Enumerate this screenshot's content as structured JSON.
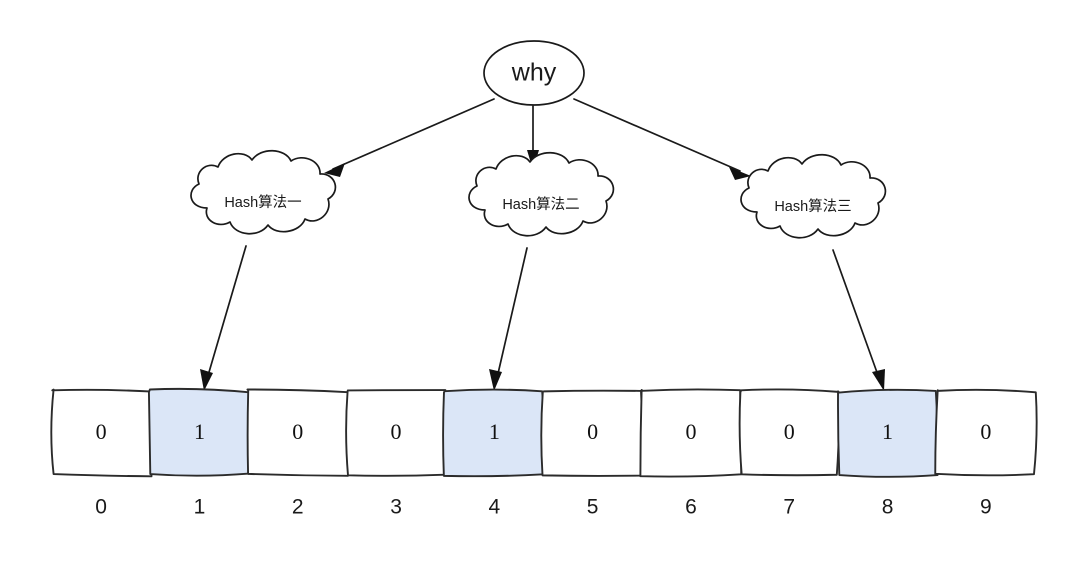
{
  "diagram": {
    "type": "bloom-filter-hash-mapping",
    "root": {
      "label": "why"
    },
    "hash_nodes": [
      {
        "label": "Hash算法一",
        "target_index": 1
      },
      {
        "label": "Hash算法二",
        "target_index": 4
      },
      {
        "label": "Hash算法三",
        "target_index": 8
      }
    ],
    "bit_array": {
      "values": [
        "0",
        "1",
        "0",
        "0",
        "1",
        "0",
        "0",
        "0",
        "1",
        "0"
      ],
      "indices": [
        "0",
        "1",
        "2",
        "3",
        "4",
        "5",
        "6",
        "7",
        "8",
        "9"
      ],
      "set_indices": [
        1,
        4,
        8
      ]
    },
    "colors": {
      "highlight_fill": "#dbe6f7",
      "cell_fill": "#ffffff",
      "stroke": "#1a1a1a",
      "background": "#ffffff",
      "text": "#1a1a1a"
    }
  }
}
